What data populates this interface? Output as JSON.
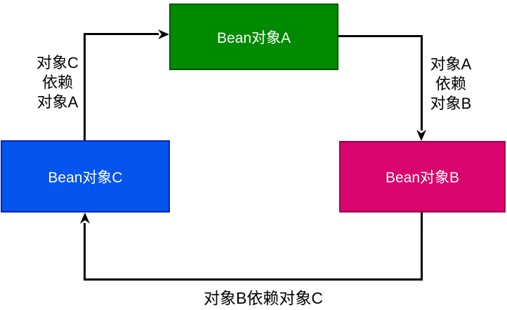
{
  "diagram": {
    "type": "circular-dependency-diagram",
    "line_color": "#000000",
    "background": "#ffffff",
    "nodes": {
      "a": {
        "label": "Bean对象A",
        "fill": "#008a00",
        "border": "#015701",
        "text_color": "#ffffff"
      },
      "b": {
        "label": "Bean对象B",
        "fill": "#d9046e",
        "border": "#a00045",
        "text_color": "#ffffff"
      },
      "c": {
        "label": "Bean对象C",
        "fill": "#0454ee",
        "border": "#0b23bb",
        "text_color": "#ffffff"
      }
    },
    "edges": {
      "c_to_a": {
        "from": "Bean对象C",
        "to": "Bean对象A",
        "label_lines": [
          "对象C",
          "依赖",
          "对象A"
        ]
      },
      "a_to_b": {
        "from": "Bean对象A",
        "to": "Bean对象B",
        "label_lines": [
          "对象A",
          "依赖",
          "对象B"
        ]
      },
      "b_to_c": {
        "from": "Bean对象B",
        "to": "Bean对象C",
        "label": "对象B依赖对象C"
      }
    }
  }
}
